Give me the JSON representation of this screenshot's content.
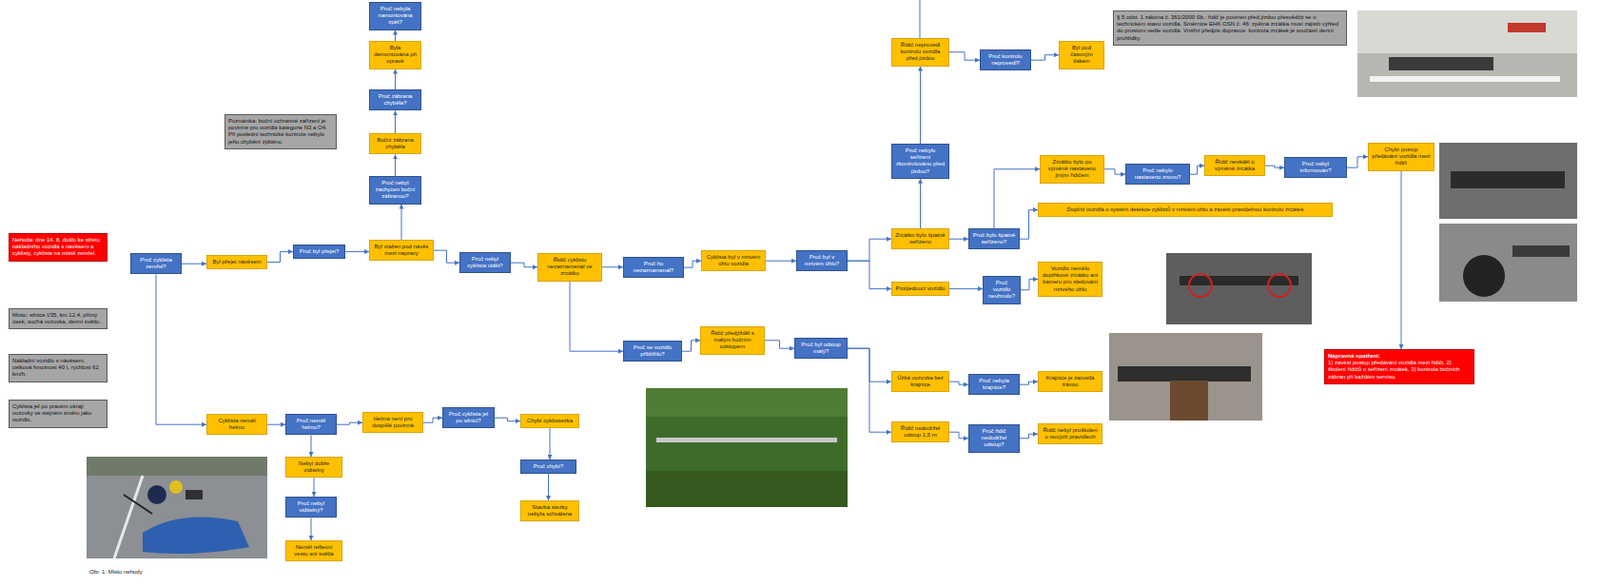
{
  "diagram": {
    "nodes": [
      {
        "text": [
          "Nehoda: dne 14. 8. došlo ke střetu nákladního vozidla s návěsem a cyklisty, cyklista na místě zemřel."
        ]
      },
      {
        "text": [
          "Místo: silnice I/35, km 12,4, přímý úsek, suchá vozovka, denní světlo."
        ]
      },
      {
        "text": [
          "Nákladní vozidlo s návěsem, celková hmotnost 40 t, rychlost 62 km/h."
        ]
      },
      {
        "text": [
          "Cyklista jel po pravém okraji vozovky ve stejném směru jako vozidlo."
        ]
      },
      {
        "text": [
          "Proč cyklista zemřel?"
        ]
      },
      {
        "text": [
          "Byl přejet návěsem"
        ]
      },
      {
        "text": [
          "Proč byl přejet?"
        ]
      },
      {
        "text": [
          "Byl vtažen pod návěs mezi nápravy"
        ]
      },
      {
        "text": [
          "Proč nebyl zachycen boční zábranou?"
        ]
      },
      {
        "text": [
          "Boční zábrana chyběla"
        ]
      },
      {
        "text": [
          "Proč zábrana chyběla?"
        ]
      },
      {
        "text": [
          "Byla demontována při opravě"
        ]
      },
      {
        "text": [
          "Proč nebyla namontována zpět?"
        ]
      },
      {
        "text": [
          "Poznámka: boční ochranné zařízení je povinné pro vozidla kategorie N3 a O4. Při poslední technické kontrole nebylo jeho chybění zjištěno."
        ]
      },
      {
        "text": [
          "Proč nebyl cyklista vidět?"
        ]
      },
      {
        "text": [
          "Řidič cyklistu nezaznamenal ve zrcátku"
        ]
      },
      {
        "text": [
          "Proč ho nezaznamenal?"
        ]
      },
      {
        "text": [
          "Cyklista byl v mrtvém úhlu vozidla"
        ]
      },
      {
        "text": [
          "Proč byl v mrtvém úhlu?"
        ]
      },
      {
        "text": [
          "Proč se vozidlo přiblížilo?"
        ]
      },
      {
        "text": [
          "Řidič předjížděl s malým bočním odstupem"
        ]
      },
      {
        "text": [
          "Proč byl odstup malý?"
        ]
      },
      {
        "text": [
          "Zrcátko bylo špatně seřízeno"
        ]
      },
      {
        "text": [
          "Protijedoucí vozidlo"
        ]
      },
      {
        "text": [
          "Úzká vozovka bez krajnice"
        ]
      },
      {
        "text": [
          "Řidič nedodržel odstup 1,5 m"
        ]
      },
      {
        "text": [
          "Proč nebylo seřízení zkontrolováno před jízdou?"
        ]
      },
      {
        "text": [
          "Řidič neprovedl kontrolu vozidla před jízdou"
        ]
      },
      {
        "text": [
          "Proč kontrolu neprovedl?"
        ]
      },
      {
        "text": [
          "Byl pod časovým tlakem"
        ]
      },
      {
        "text": [
          "§ 5 odst. 1 zákona č. 361/2000 Sb.: řidič je povinen před jízdou přesvědčit se o technickém stavu vozidla. Směrnice EHK OSN č. 46: zpětná zrcátka musí zajistit výhled do prostoru vedle vozidla. Vnitřní předpis dopravce: kontrola zrcátek je součástí denní prohlídky."
        ]
      },
      {
        "text": [
          "Proč bylo špatně seřízeno?"
        ]
      },
      {
        "text": [
          "Proč vozidlo neuhnulo?"
        ]
      },
      {
        "text": [
          "Proč nebyla krajnice?"
        ]
      },
      {
        "text": [
          "Proč řidič nedodržel odstup?"
        ]
      },
      {
        "text": [
          "Vozidlo nemělo doplňkové zrcátko ani kameru pro sledování mrtvého úhlu"
        ]
      },
      {
        "text": [
          "Krajnice je zarostlá trávou"
        ]
      },
      {
        "text": [
          "Řidič nebyl proškolen o nových pravidlech"
        ]
      },
      {
        "text": [
          "Zrcátko bylo po výměně nastaveno jiným řidičem"
        ]
      },
      {
        "text": [
          "Proč nebylo nastaveno znovu?"
        ]
      },
      {
        "text": [
          "Řidič nevěděl o výměně zrcátka"
        ]
      },
      {
        "text": [
          "Proč nebyl informován?"
        ]
      },
      {
        "text": [
          "Chybí postup předávání vozidla mezi řidiči"
        ]
      },
      {
        "text": [
          "Nápravná opatření:",
          "1) zavést postup předávání vozidla mezi řidiči, 2) školení řidičů o seřízení zrcátek, 3) kontrola bočních zábran při každém servisu."
        ]
      },
      {
        "text": [
          "Doplnit vozidla o systém detekce cyklistů v mrtvém úhlu a zavést pravidelnou kontrolu zrcátek"
        ]
      },
      {
        "text": [
          "Cyklista neměl helmu"
        ]
      },
      {
        "text": [
          "Proč neměl helmu?"
        ]
      },
      {
        "text": [
          "Helma není pro dospělé povinná"
        ]
      },
      {
        "text": [
          "Proč cyklista jel po silnici?"
        ]
      },
      {
        "text": [
          "Chybí cyklostezka"
        ]
      },
      {
        "text": [
          "Proč chybí?"
        ]
      },
      {
        "text": [
          "Stavba stezky nebyla schválena"
        ]
      },
      {
        "text": [
          "Nebyl dobře viditelný"
        ]
      },
      {
        "text": [
          "Proč nebyl viditelný?"
        ]
      },
      {
        "text": [
          "Neměl reflexní vestu ani světla"
        ]
      }
    ],
    "edges": [
      {
        "from": 4,
        "to": 5,
        "arrow": "to"
      },
      {
        "from": 5,
        "to": 6,
        "arrow": "to"
      },
      {
        "from": 6,
        "to": 7,
        "arrow": "to"
      },
      {
        "from": 7,
        "to": 8,
        "arrow": "to"
      },
      {
        "from": 8,
        "to": 9,
        "arrow": "to"
      },
      {
        "from": 9,
        "to": 10,
        "arrow": "to"
      },
      {
        "from": 10,
        "to": 11,
        "arrow": "to"
      },
      {
        "from": 11,
        "to": 12,
        "arrow": "to"
      },
      {
        "from": 7,
        "to": 14,
        "arrow": "to"
      },
      {
        "from": 14,
        "to": 15,
        "arrow": "to"
      },
      {
        "from": 15,
        "to": 16,
        "arrow": "to"
      },
      {
        "from": 16,
        "to": 17,
        "arrow": "to"
      },
      {
        "from": 17,
        "to": 18,
        "arrow": "to"
      },
      {
        "from": 15,
        "to": 19,
        "arrow": "to"
      },
      {
        "from": 19,
        "to": 20,
        "arrow": "to"
      },
      {
        "from": 20,
        "to": 21,
        "arrow": "to"
      },
      {
        "from": 18,
        "to": 22,
        "arrow": "to"
      },
      {
        "from": 18,
        "to": 23,
        "arrow": "to"
      },
      {
        "from": 21,
        "to": 24,
        "arrow": "to"
      },
      {
        "from": 21,
        "to": 25,
        "arrow": "to"
      },
      {
        "from": 22,
        "to": 26,
        "arrow": "to"
      },
      {
        "from": 26,
        "to": 27,
        "arrow": "to"
      },
      {
        "from": 27,
        "to": 28,
        "arrow": "to"
      },
      {
        "from": 28,
        "to": 29,
        "arrow": "to"
      },
      {
        "from": 22,
        "to": 31,
        "arrow": "to"
      },
      {
        "from": 31,
        "to": 38,
        "arrow": "to"
      },
      {
        "from": 38,
        "to": 39,
        "arrow": "to"
      },
      {
        "from": 39,
        "to": 40,
        "arrow": "to"
      },
      {
        "from": 40,
        "to": 41,
        "arrow": "to"
      },
      {
        "from": 41,
        "to": 42,
        "arrow": "to"
      },
      {
        "from": 42,
        "to": 43,
        "arrow": "to"
      },
      {
        "from": 31,
        "to": 44,
        "arrow": "to"
      },
      {
        "from": 23,
        "to": 32,
        "arrow": "to"
      },
      {
        "from": 32,
        "to": 35,
        "arrow": "to"
      },
      {
        "from": 24,
        "to": 33,
        "arrow": "to"
      },
      {
        "from": 33,
        "to": 36,
        "arrow": "to"
      },
      {
        "from": 25,
        "to": 34,
        "arrow": "to"
      },
      {
        "from": 34,
        "to": 37,
        "arrow": "to"
      },
      {
        "from": 4,
        "to": 45,
        "arrow": "to"
      },
      {
        "from": 45,
        "to": 46,
        "arrow": "to"
      },
      {
        "from": 46,
        "to": 47,
        "arrow": "to"
      },
      {
        "from": 47,
        "to": 48,
        "arrow": "to"
      },
      {
        "from": 48,
        "to": 49,
        "arrow": "to"
      },
      {
        "from": 49,
        "to": 50,
        "arrow": "to"
      },
      {
        "from": 50,
        "to": 51,
        "arrow": "to"
      },
      {
        "from": 46,
        "to": 52,
        "arrow": "to"
      },
      {
        "from": 52,
        "to": 53,
        "arrow": "to"
      },
      {
        "from": 53,
        "to": 54,
        "arrow": "to"
      }
    ],
    "labels": [
      "Obr. 1: Místo nehody"
    ]
  }
}
